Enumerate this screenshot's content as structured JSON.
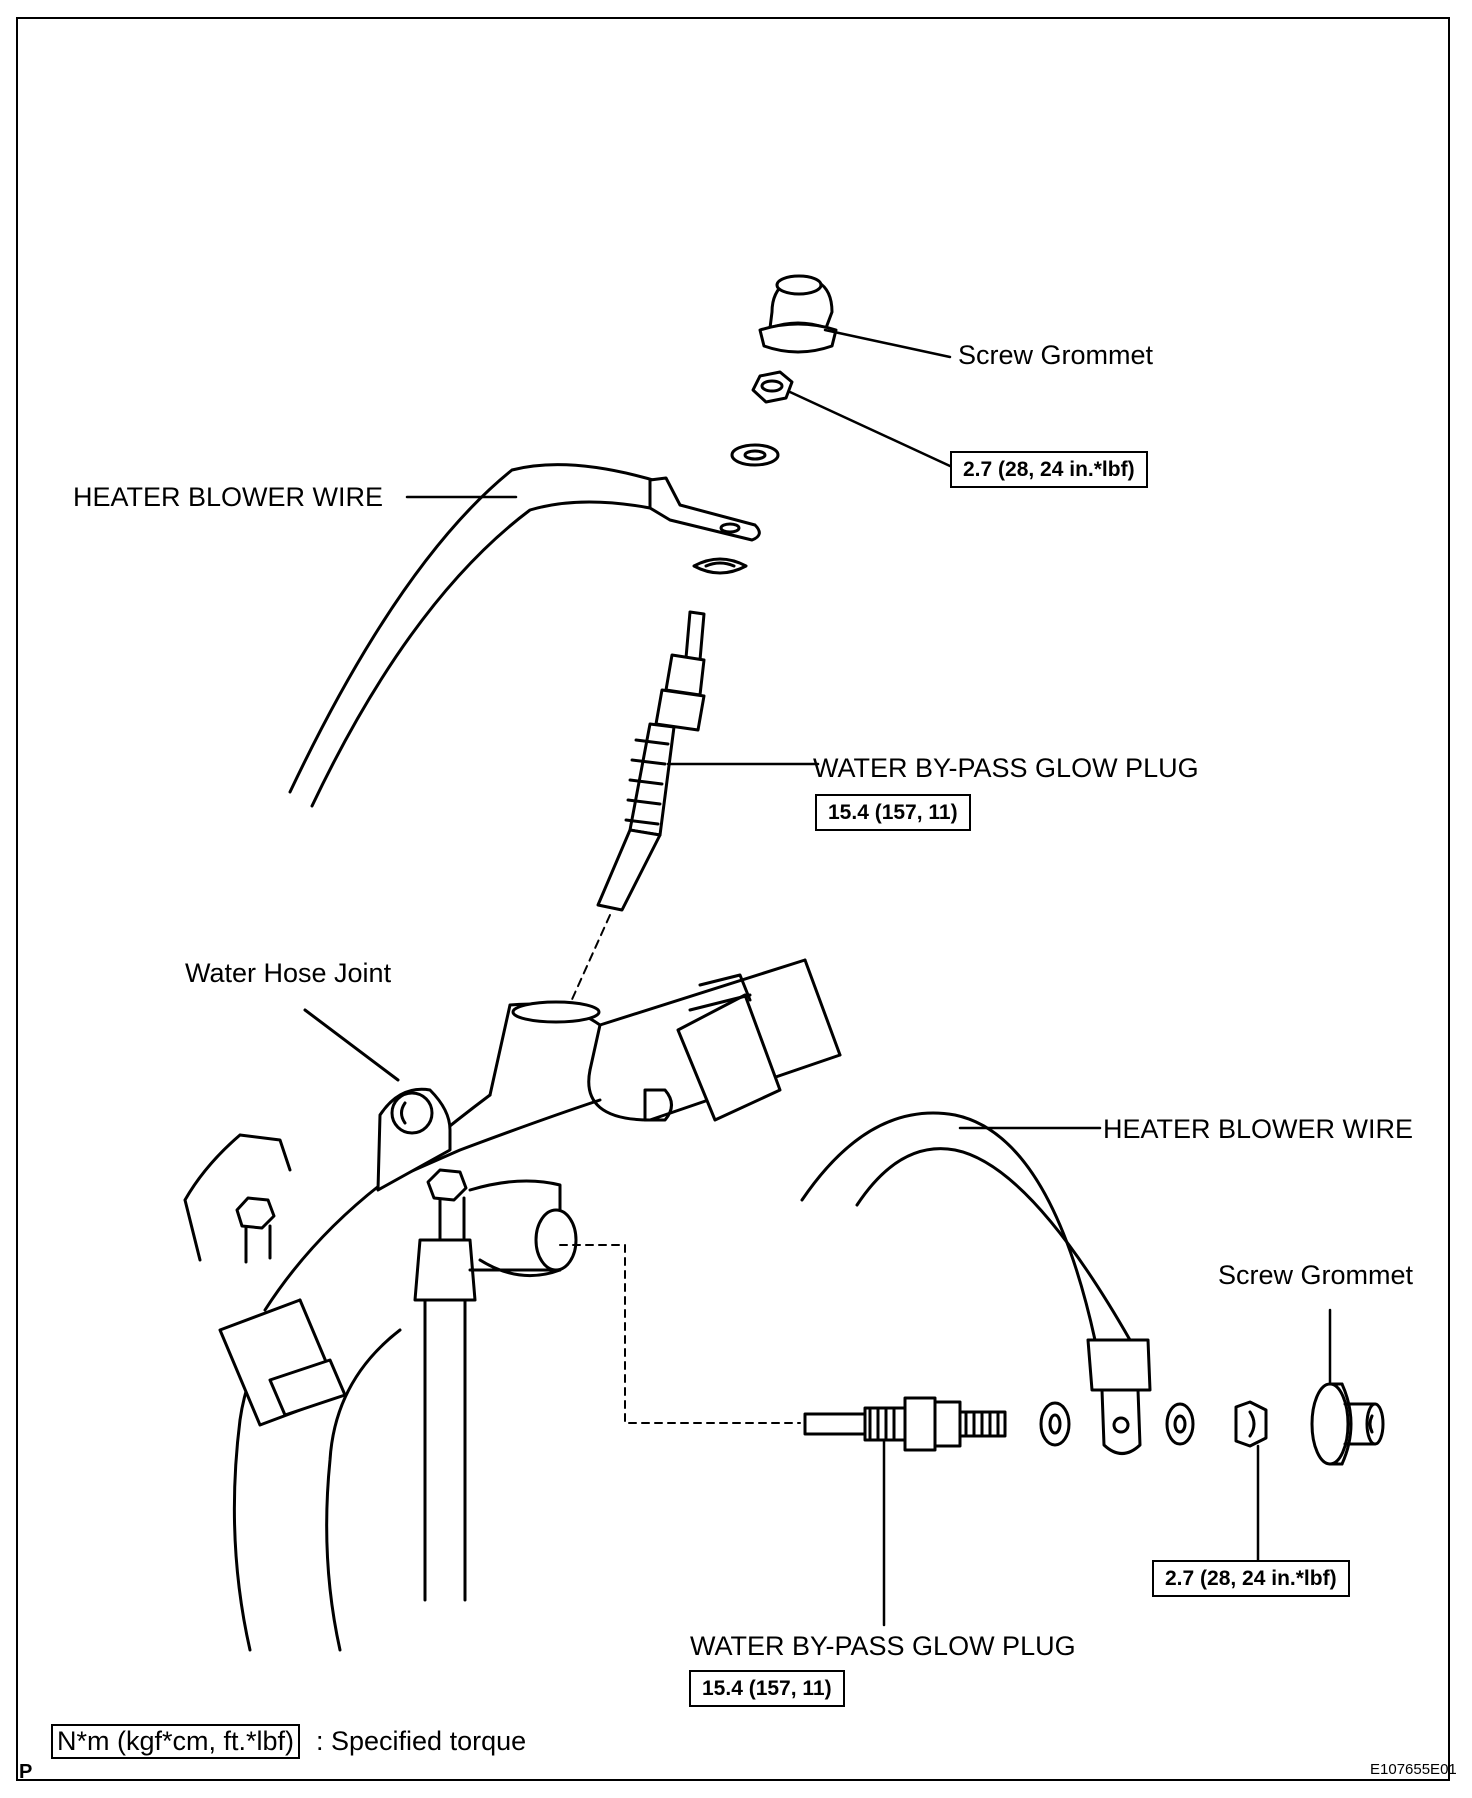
{
  "labels": {
    "screw_grommet_top": "Screw Grommet",
    "torque_nut_top": "2.7 (28, 24 in.*lbf)",
    "heater_blower_wire_top": "HEATER BLOWER WIRE",
    "glow_plug_top": "WATER BY-PASS GLOW PLUG",
    "torque_glow_top": "15.4 (157, 11)",
    "water_hose_joint": "Water Hose Joint",
    "heater_blower_wire_bottom": "HEATER BLOWER WIRE",
    "screw_grommet_bottom": "Screw Grommet",
    "torque_nut_bottom": "2.7 (28, 24 in.*lbf)",
    "glow_plug_bottom": "WATER BY-PASS GLOW PLUG",
    "torque_glow_bottom": "15.4 (157, 11)"
  },
  "legend": {
    "unit": "N*m (kgf*cm, ft.*lbf)",
    "description": ": Specified torque"
  },
  "footer": {
    "page_letter": "P",
    "figure_id": "E107655E01"
  }
}
